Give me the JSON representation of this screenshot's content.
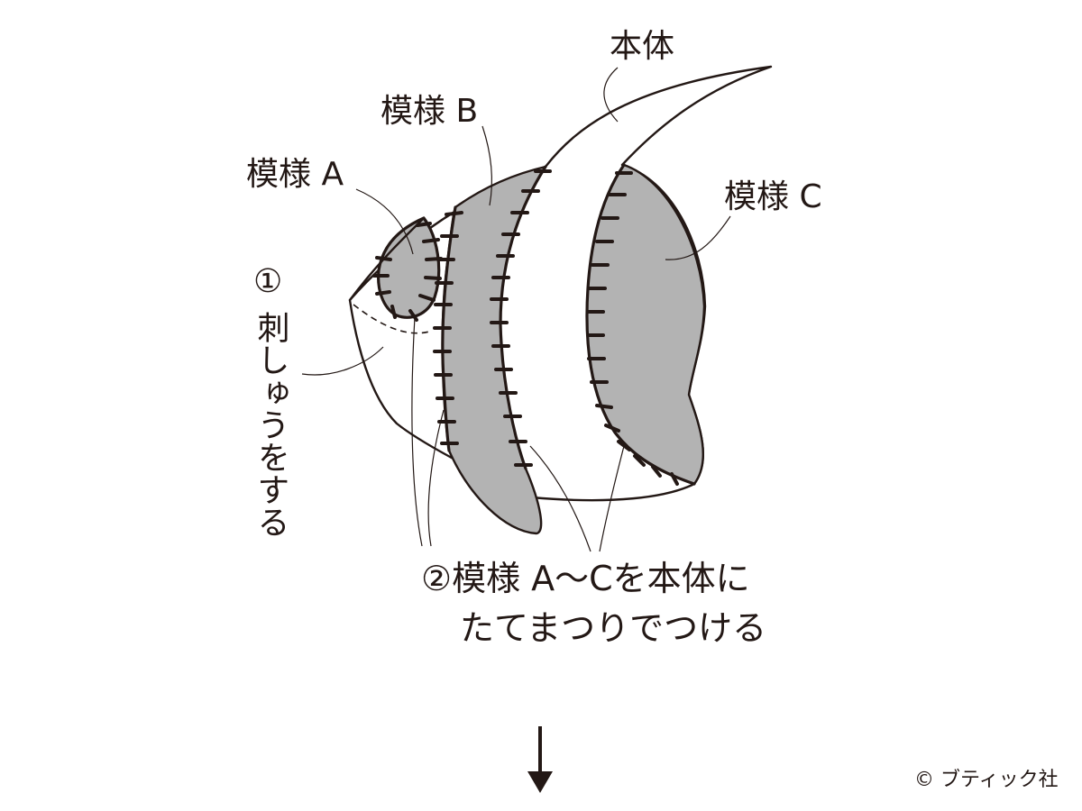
{
  "labels": {
    "body": "本体",
    "pattern_a": "模様 A",
    "pattern_b": "模様 B",
    "pattern_c": "模様 C"
  },
  "step1": {
    "marker": "①",
    "text": "刺しゅうをする"
  },
  "step2": {
    "line1": "②模様 A〜Cを本体に",
    "line2": "たてまつりでつける"
  },
  "copyright": "© ブティック社",
  "colors": {
    "ink": "#231815",
    "pattern_fill": "#b3b3b3",
    "background": "#ffffff"
  },
  "icons": {
    "next_step": "down-arrow-icon"
  }
}
